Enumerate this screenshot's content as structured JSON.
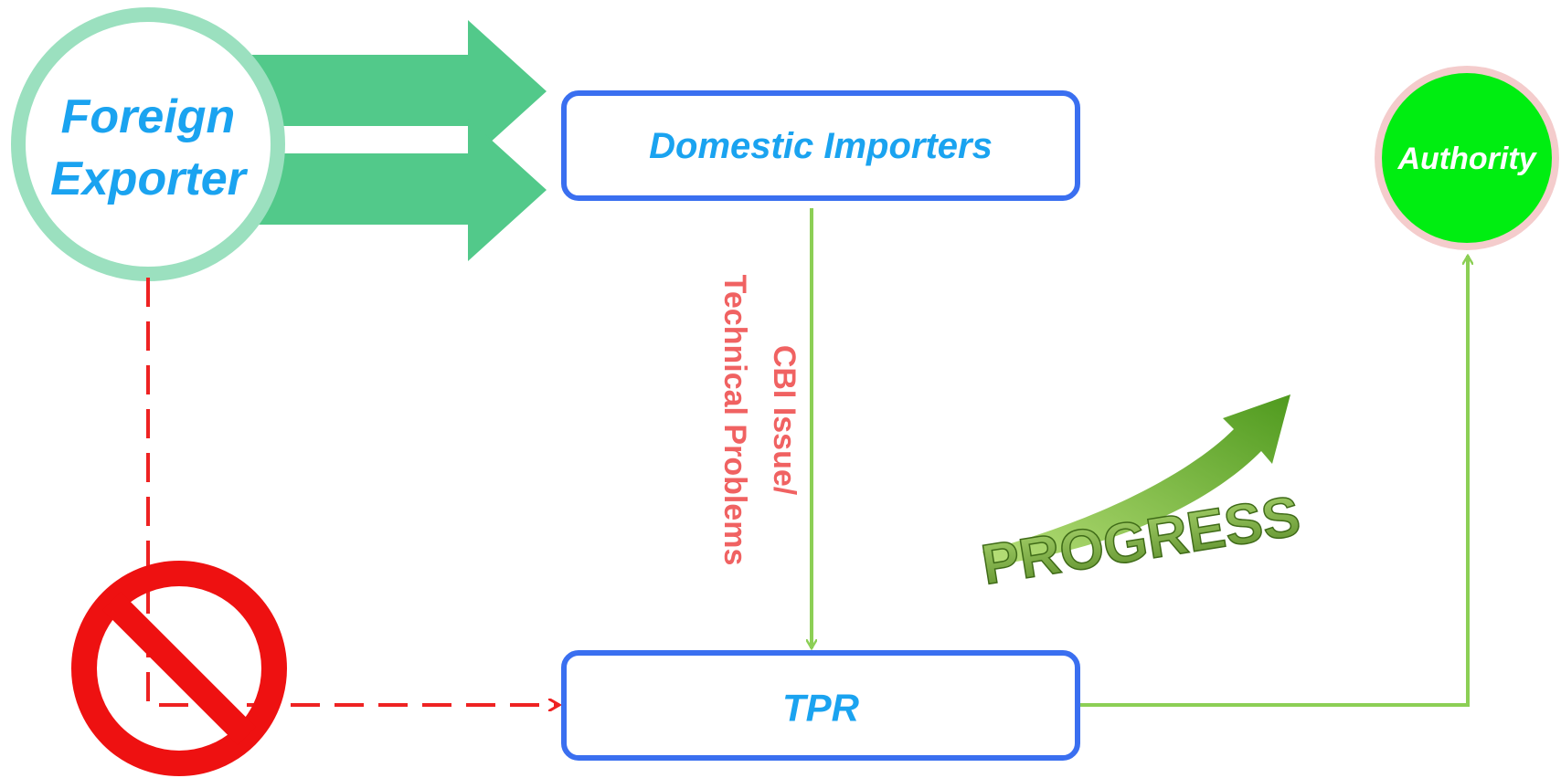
{
  "nodes": {
    "foreign_exporter": {
      "line1": "Foreign",
      "line2": "Exporter"
    },
    "domestic_importers": {
      "label": "Domestic Importers"
    },
    "tpr": {
      "label": "TPR"
    },
    "authority": {
      "label": "Authority"
    }
  },
  "edges": {
    "importers_to_tpr": {
      "line1": "CBI Issue/",
      "line2": "Technical Problems"
    }
  },
  "graphics": {
    "progress": {
      "word": "PROGRESS"
    },
    "prohibition": {
      "icon": "prohibition-icon"
    }
  },
  "colors": {
    "node_text": "#1aa3f0",
    "box_border": "#3a6ff0",
    "exporter_ring": "#9be0bf",
    "big_arrows": "#52c98a",
    "flow_line": "#8ccf55",
    "blocked_line": "#ee2222",
    "edge_label": "#f06262",
    "authority_fill": "#00ee11",
    "authority_ring": "#f4cccc",
    "prohibition": "#ee1111",
    "progress": "#7cb342"
  }
}
